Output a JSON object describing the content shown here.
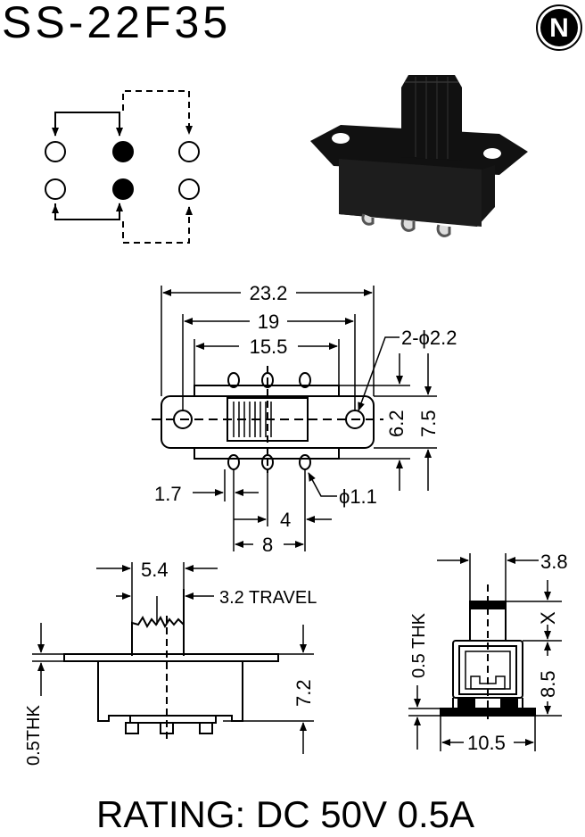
{
  "title": "SS-22F35",
  "logo_letter": "N",
  "rating": "RATING: DC 50V 0.5A",
  "top_view_dims": {
    "overall_width": "23.2",
    "hole_pitch": "19",
    "body_width": "15.5",
    "mount_holes": "2-ϕ2.2",
    "body_height": "6.2",
    "flange_height": "7.5",
    "pin_dia": "ϕ1.1",
    "edge_offset": "1.7",
    "pin_pitch": "4",
    "pin_span": "8"
  },
  "side_view_dims": {
    "actuator_width": "5.4",
    "travel": "3.2 TRAVEL",
    "body_height": "7.2",
    "thickness": "0.5THK"
  },
  "end_view_dims": {
    "actuator_width": "3.8",
    "actuator_height": "X",
    "body_height": "8.5",
    "thickness": "0.5 THK",
    "base_width": "10.5"
  }
}
